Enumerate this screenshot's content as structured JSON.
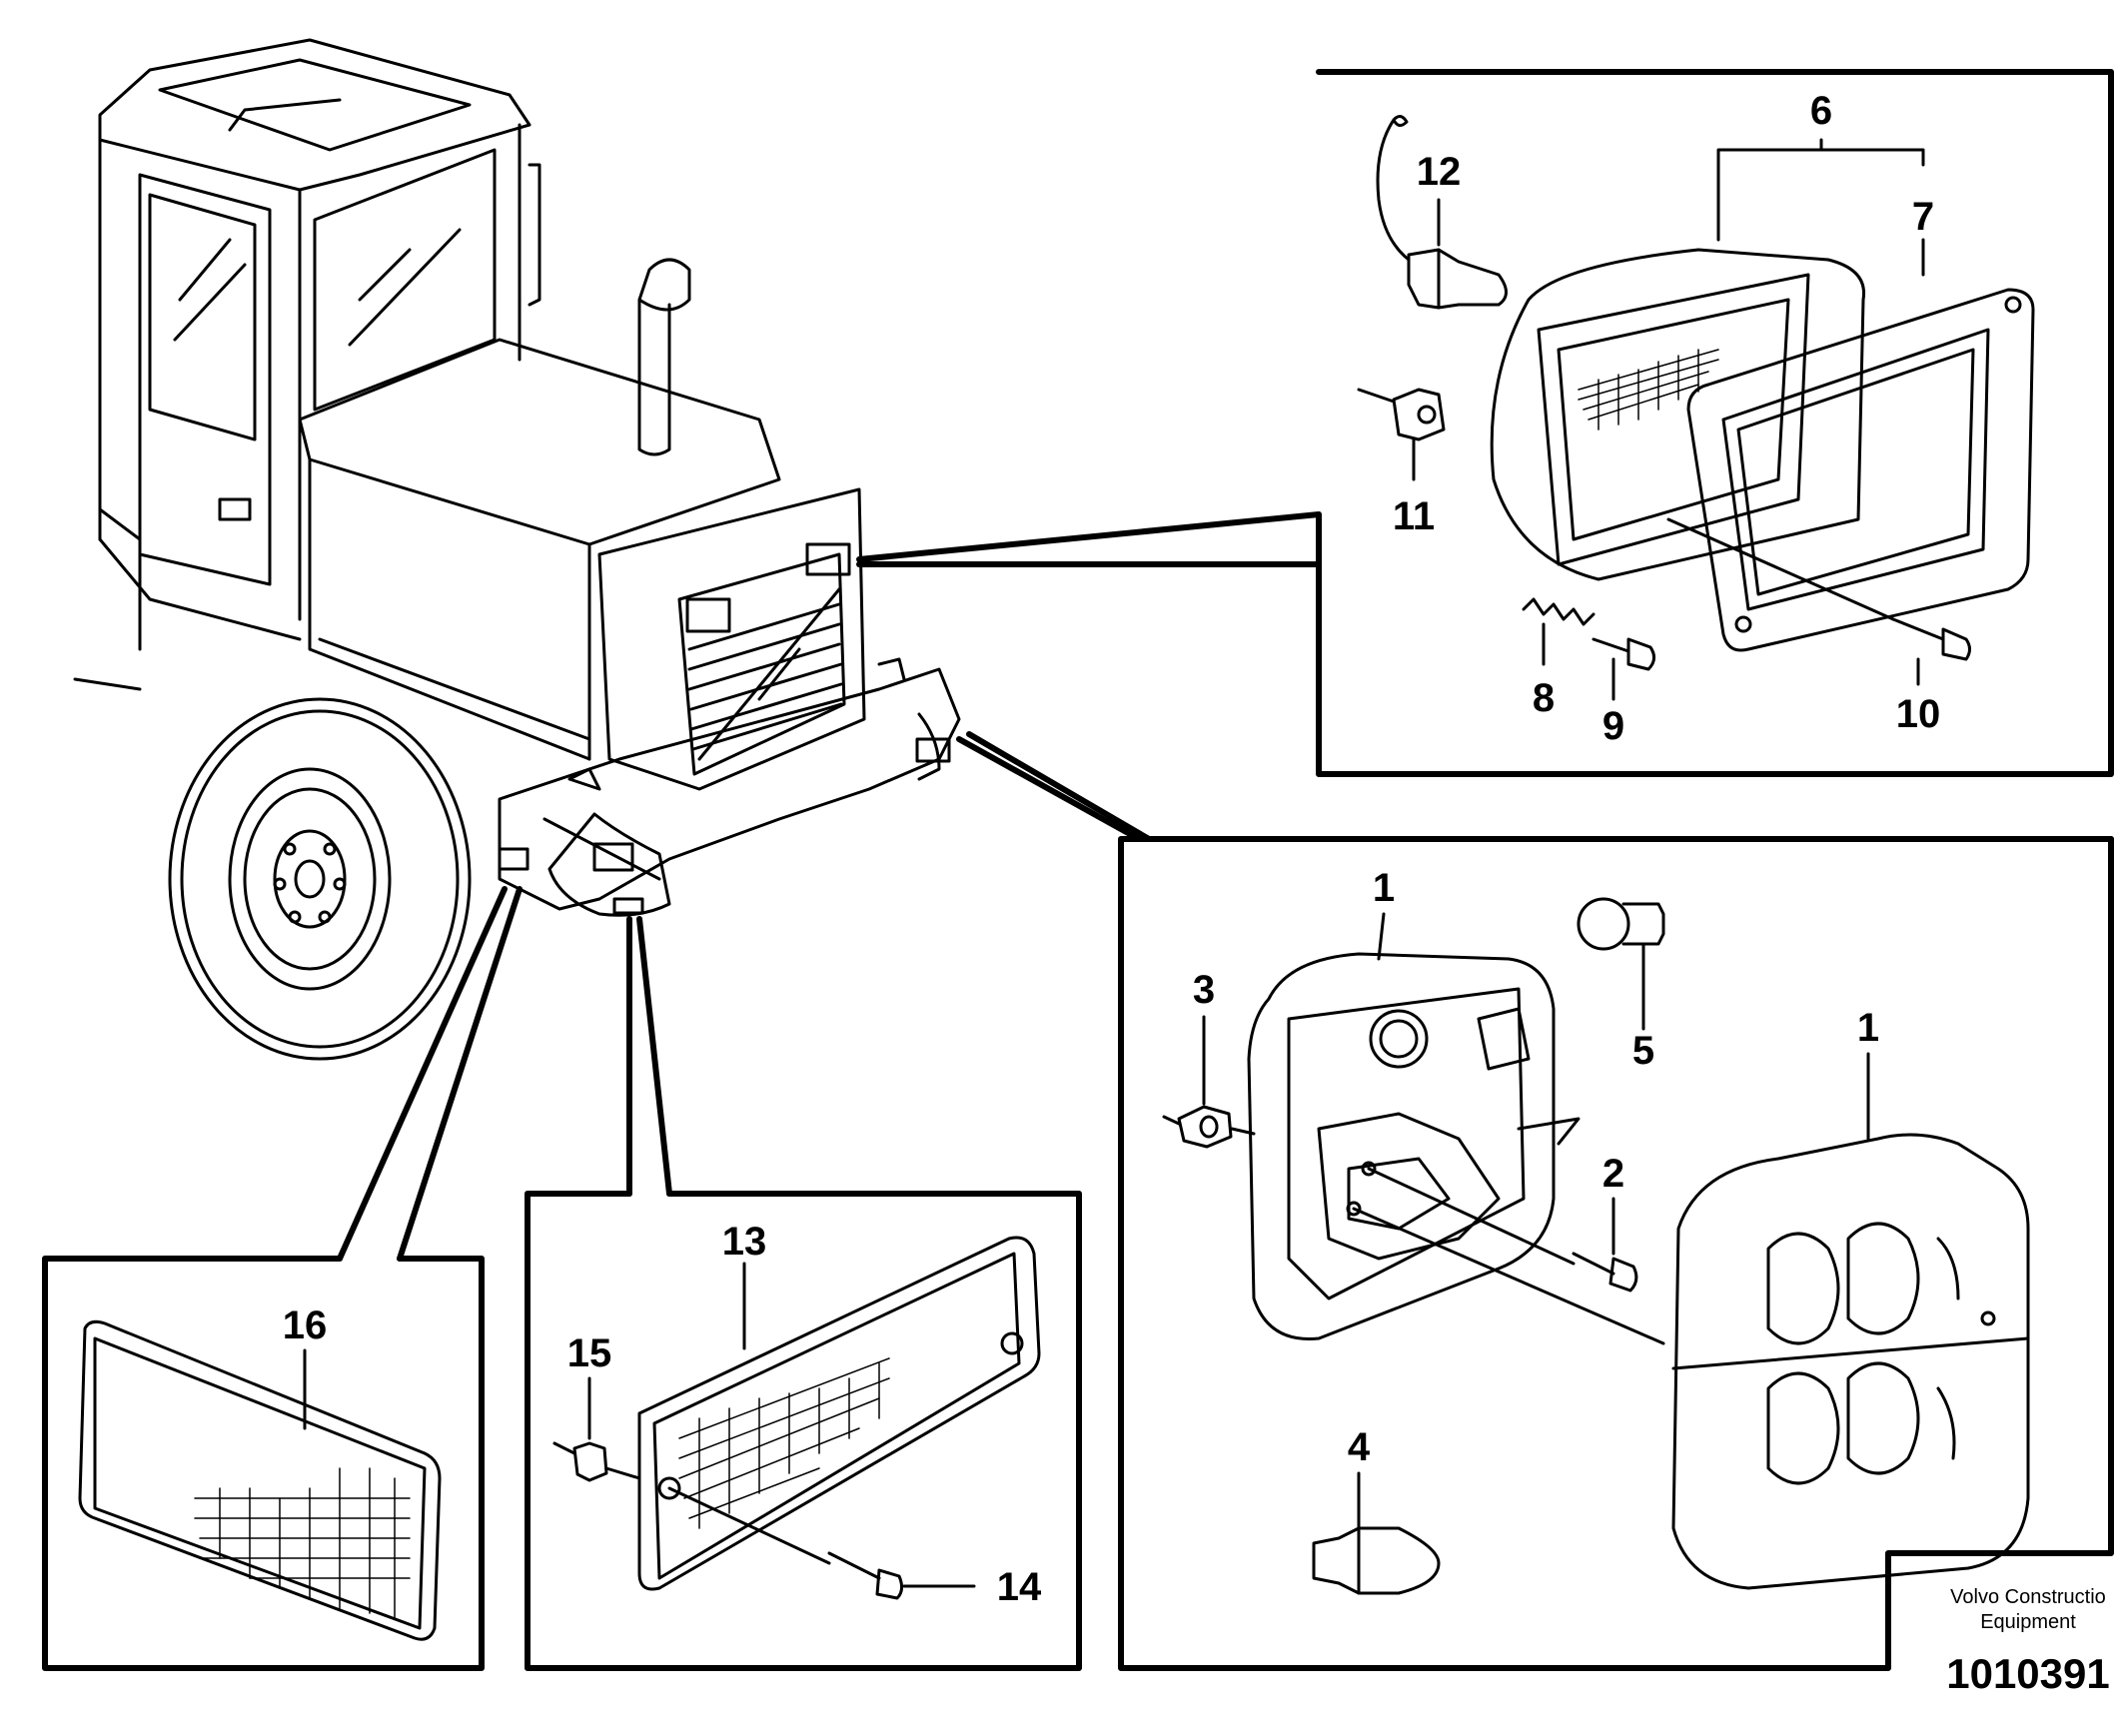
{
  "diagram": {
    "callouts": {
      "c1a": "1",
      "c1b": "1",
      "c2": "2",
      "c3": "3",
      "c4": "4",
      "c5": "5",
      "c6": "6",
      "c7": "7",
      "c8": "8",
      "c9": "9",
      "c10": "10",
      "c11": "11",
      "c12": "12",
      "c13": "13",
      "c14": "14",
      "c15": "15",
      "c16": "16"
    },
    "footer": {
      "brand_line1": "Volvo Constructio",
      "brand_line2": "Equipment",
      "drawing_number": "1010391"
    }
  }
}
